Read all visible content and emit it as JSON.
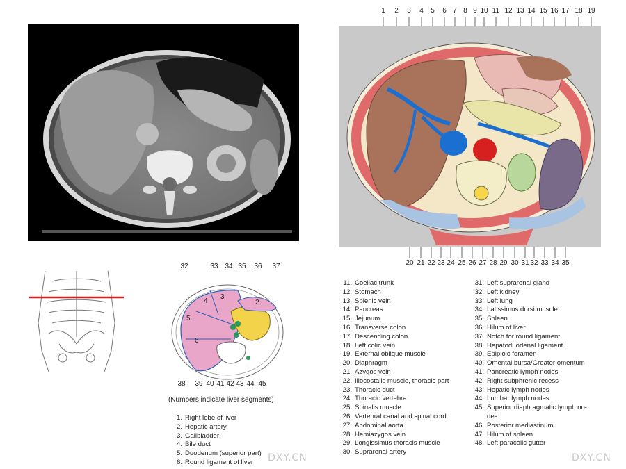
{
  "top_labels": [
    "1",
    "2",
    "3",
    "4",
    "5",
    "6",
    "7",
    "8",
    "9",
    "10",
    "11",
    "12",
    "13",
    "14",
    "15",
    "16",
    "17",
    "18",
    "19"
  ],
  "bottom_labels": [
    "20",
    "21",
    "22",
    "23",
    "24",
    "25",
    "26",
    "27",
    "28",
    "29",
    "30",
    "31",
    "32",
    "33",
    "34",
    "35"
  ],
  "segment_top_labels": [
    "32",
    "33",
    "34",
    "35",
    "36",
    "37"
  ],
  "segment_bottom_labels": [
    "38",
    "39",
    "40",
    "41",
    "42",
    "43",
    "44",
    "45"
  ],
  "segment_numbers": [
    "2",
    "3",
    "4",
    "5",
    "6"
  ],
  "segment_caption": "(Numbers indicate liver segments)",
  "legend_left": [
    {
      "n": "1.",
      "t": "Right lobe of liver"
    },
    {
      "n": "2.",
      "t": "Hepatic artery"
    },
    {
      "n": "3.",
      "t": "Gallbladder"
    },
    {
      "n": "4.",
      "t": "Bile duct"
    },
    {
      "n": "5.",
      "t": "Duodenum (superior part)"
    },
    {
      "n": "6.",
      "t": "Round ligament of liver"
    }
  ],
  "legend_mid": [
    {
      "n": "11.",
      "t": "Coeliac trunk"
    },
    {
      "n": "12.",
      "t": "Stomach"
    },
    {
      "n": "13.",
      "t": "Splenic vein"
    },
    {
      "n": "14.",
      "t": "Pancreas"
    },
    {
      "n": "15.",
      "t": "Jejunum"
    },
    {
      "n": "16.",
      "t": "Transverse colon"
    },
    {
      "n": "17.",
      "t": "Descending colon"
    },
    {
      "n": "18.",
      "t": "Left colic vein"
    },
    {
      "n": "19.",
      "t": "External oblique muscle"
    },
    {
      "n": "20.",
      "t": "Diaphragm"
    },
    {
      "n": "21.",
      "t": "Azygos vein"
    },
    {
      "n": "22.",
      "t": "Iliocostalis muscle, thoracic part"
    },
    {
      "n": "23.",
      "t": "Thoracic duct"
    },
    {
      "n": "24.",
      "t": "Thoracic vertebra"
    },
    {
      "n": "25.",
      "t": "Spinalis muscle"
    },
    {
      "n": "26.",
      "t": "Vertebral canal and spinal cord"
    },
    {
      "n": "27.",
      "t": "Abdominal aorta"
    },
    {
      "n": "28.",
      "t": "Hemiazygos vein"
    },
    {
      "n": "29.",
      "t": "Longissimus thoracis muscle"
    },
    {
      "n": "30.",
      "t": "Suprarenal artery"
    }
  ],
  "legend_right": [
    {
      "n": "31.",
      "t": "Left suprarenal gland"
    },
    {
      "n": "32.",
      "t": "Left kidney"
    },
    {
      "n": "33.",
      "t": "Left lung"
    },
    {
      "n": "34.",
      "t": "Latissimus dorsi muscle"
    },
    {
      "n": "35.",
      "t": "Spleen"
    },
    {
      "n": "36.",
      "t": "Hilum of liver"
    },
    {
      "n": "37.",
      "t": "Notch for round ligament"
    },
    {
      "n": "38.",
      "t": "Hepatoduodenal ligament"
    },
    {
      "n": "39.",
      "t": "Epiploic foramen"
    },
    {
      "n": "40.",
      "t": "Omental bursa/Greater omentum"
    },
    {
      "n": "41.",
      "t": "Pancreatic lymph nodes"
    },
    {
      "n": "42.",
      "t": "Right subphrenic recess"
    },
    {
      "n": "43.",
      "t": "Hepatic lymph nodes"
    },
    {
      "n": "44.",
      "t": "Lumbar lymph nodes"
    },
    {
      "n": "45.",
      "t": "Superior diaphragmatic lymph no-"
    },
    {
      "n": "",
      "t": "des"
    },
    {
      "n": "46.",
      "t": "Posterior mediastinum"
    },
    {
      "n": "47.",
      "t": "Hilum of spleen"
    },
    {
      "n": "48.",
      "t": "Left paracolic gutter"
    }
  ],
  "watermark": "DXY.CN"
}
